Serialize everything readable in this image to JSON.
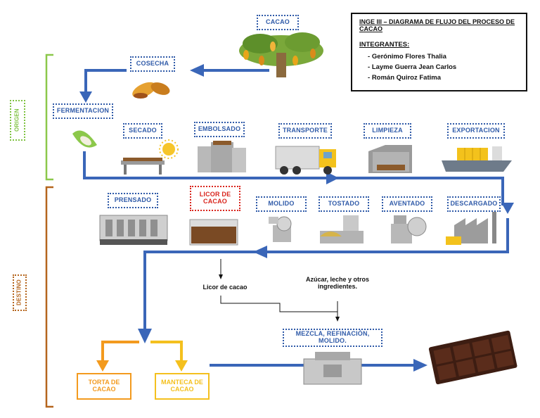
{
  "title_box": {
    "title": "INGE III – DIAGRAMA DE FLUJO DEL PROCESO DE CACAO",
    "members_label": "INTEGRANTES:",
    "members": [
      "Gerónimo Flores Thalia",
      "Layme Guerra Jean Carlos",
      "Román Quiroz Fatima"
    ]
  },
  "sides": {
    "origin": "ORIGEN",
    "destination": "DESTINO"
  },
  "origin_steps": {
    "cacao": "CACAO",
    "cosecha": "COSECHA",
    "fermentacion": "FERMENTACION",
    "secado": "SECADO",
    "embolsado": "EMBOLSADO",
    "transporte": "TRANSPORTE",
    "limpieza": "LIMPIEZA",
    "exportacion": "EXPORTACION"
  },
  "destination_steps": {
    "prensado": "PRENSADO",
    "licor": "LICOR DE CACAO",
    "molido": "MOLIDO",
    "tostado": "TOSTADO",
    "aventado": "AVENTADO",
    "descargado": "DESCARGADO",
    "mezcla": "MEZCLA, REFINACIÓN, MOLIDO.",
    "torta": "TORTA DE CACAO",
    "manteca": "MANTECA DE CACAO"
  },
  "notes": {
    "licor": "Licor de cacao",
    "azucar": "Azúcar, leche y otros ingredientes."
  },
  "colors": {
    "blue_arrow": "#3a66b8",
    "label_blue": "#2f5aa8",
    "orange": "#f39a1e",
    "yellow": "#f4c01e",
    "green_bracket": "#8cc84b",
    "brown_bracket": "#b5651d",
    "red": "#d9241c"
  }
}
